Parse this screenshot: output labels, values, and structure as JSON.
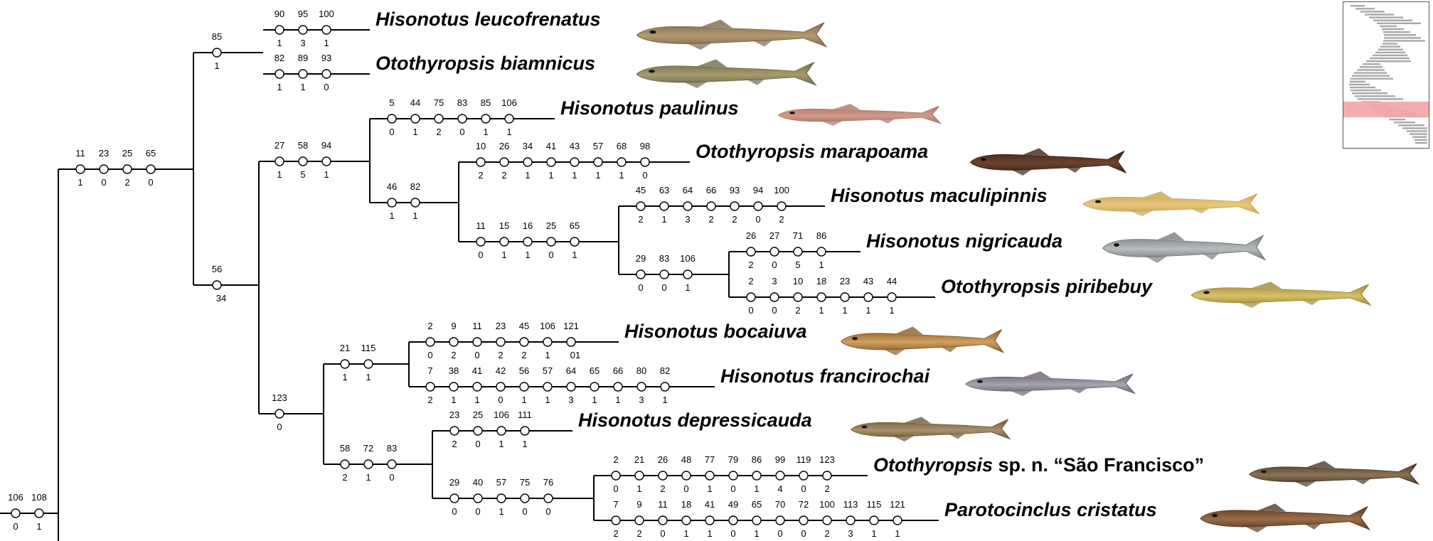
{
  "taxa": [
    {
      "id": "t1",
      "genus": "Hisonotus",
      "mid": "",
      "species": "leucofrenatus"
    },
    {
      "id": "t2",
      "genus": "Otothyropsis",
      "mid": "",
      "species": "biamnicus"
    },
    {
      "id": "t3",
      "genus": "Hisonotus",
      "mid": "",
      "species": "paulinus"
    },
    {
      "id": "t4",
      "genus": "Otothyropsis",
      "mid": "",
      "species": "marapoama"
    },
    {
      "id": "t5",
      "genus": "Hisonotus",
      "mid": "",
      "species": "maculipinnis"
    },
    {
      "id": "t6",
      "genus": "Hisonotus",
      "mid": "",
      "species": "nigricauda"
    },
    {
      "id": "t7",
      "genus": "Otothyropsis",
      "mid": "",
      "species": "piribebuy"
    },
    {
      "id": "t8",
      "genus": "Hisonotus",
      "mid": "",
      "species": "bocaiuva"
    },
    {
      "id": "t9",
      "genus": "Hisonotus",
      "mid": "",
      "species": "francirochai"
    },
    {
      "id": "t10",
      "genus": "Hisonotus",
      "mid": "",
      "species": "depressicauda"
    },
    {
      "id": "t11",
      "genus": "Otothyropsis",
      "mid": " sp. n. ",
      "species": "“São Francisco”"
    },
    {
      "id": "t12",
      "genus": "Parotocinclus",
      "mid": "",
      "species": "cristatus"
    }
  ],
  "branches": [
    {
      "id": "b_root",
      "characters": [
        "106",
        "108"
      ],
      "states": [
        "0",
        "1"
      ]
    },
    {
      "id": "b_ingroup",
      "characters": [
        "11",
        "23",
        "25",
        "65"
      ],
      "states": [
        "1",
        "0",
        "2",
        "0"
      ]
    },
    {
      "id": "b_clade85",
      "characters": [
        "85"
      ],
      "states": [
        "1"
      ]
    },
    {
      "id": "b_leucofrenatus",
      "characters": [
        "90",
        "95",
        "100"
      ],
      "states": [
        "1",
        "3",
        "1"
      ]
    },
    {
      "id": "b_biamnicus",
      "characters": [
        "82",
        "89",
        "93"
      ],
      "states": [
        "1",
        "1",
        "0"
      ]
    },
    {
      "id": "b_clade56",
      "characters": [
        "56"
      ],
      "states": [
        "34"
      ]
    },
    {
      "id": "b_clade27",
      "characters": [
        "27",
        "58",
        "94"
      ],
      "states": [
        "1",
        "5",
        "1"
      ]
    },
    {
      "id": "b_paulinus",
      "characters": [
        "5",
        "44",
        "75",
        "83",
        "85",
        "106"
      ],
      "states": [
        "0",
        "1",
        "2",
        "0",
        "1",
        "1"
      ]
    },
    {
      "id": "b_clade46",
      "characters": [
        "46",
        "82"
      ],
      "states": [
        "1",
        "1"
      ]
    },
    {
      "id": "b_marapoama",
      "characters": [
        "10",
        "26",
        "34",
        "41",
        "43",
        "57",
        "68",
        "98"
      ],
      "states": [
        "2",
        "2",
        "1",
        "1",
        "1",
        "1",
        "1",
        "0"
      ]
    },
    {
      "id": "b_clade11",
      "characters": [
        "11",
        "15",
        "16",
        "25",
        "65"
      ],
      "states": [
        "0",
        "1",
        "1",
        "0",
        "1"
      ]
    },
    {
      "id": "b_maculipinnis",
      "characters": [
        "45",
        "63",
        "64",
        "66",
        "93",
        "94",
        "100"
      ],
      "states": [
        "2",
        "1",
        "3",
        "2",
        "2",
        "0",
        "2"
      ]
    },
    {
      "id": "b_clade29",
      "characters": [
        "29",
        "83",
        "106"
      ],
      "states": [
        "0",
        "0",
        "1"
      ]
    },
    {
      "id": "b_nigricauda",
      "characters": [
        "26",
        "27",
        "71",
        "86"
      ],
      "states": [
        "2",
        "0",
        "5",
        "1"
      ]
    },
    {
      "id": "b_piribebuy",
      "characters": [
        "2",
        "3",
        "10",
        "18",
        "23",
        "43",
        "44"
      ],
      "states": [
        "0",
        "0",
        "2",
        "1",
        "1",
        "1",
        "1"
      ]
    },
    {
      "id": "b_clade123",
      "characters": [
        "123"
      ],
      "states": [
        "0"
      ]
    },
    {
      "id": "b_clade21",
      "characters": [
        "21",
        "115"
      ],
      "states": [
        "1",
        "1"
      ]
    },
    {
      "id": "b_bocaiuva",
      "characters": [
        "2",
        "9",
        "11",
        "23",
        "45",
        "106",
        "121"
      ],
      "states": [
        "0",
        "2",
        "0",
        "2",
        "2",
        "1",
        "01"
      ]
    },
    {
      "id": "b_francirochai",
      "characters": [
        "7",
        "38",
        "41",
        "42",
        "56",
        "57",
        "64",
        "65",
        "66",
        "80",
        "82"
      ],
      "states": [
        "2",
        "1",
        "1",
        "0",
        "1",
        "1",
        "3",
        "1",
        "1",
        "3",
        "1"
      ]
    },
    {
      "id": "b_clade58",
      "characters": [
        "58",
        "72",
        "83"
      ],
      "states": [
        "2",
        "1",
        "0"
      ]
    },
    {
      "id": "b_depressicauda",
      "characters": [
        "23",
        "25",
        "106",
        "111"
      ],
      "states": [
        "2",
        "0",
        "1",
        "1"
      ]
    },
    {
      "id": "b_clade29b",
      "characters": [
        "29",
        "40",
        "57",
        "75",
        "76"
      ],
      "states": [
        "0",
        "0",
        "1",
        "0",
        "0"
      ]
    },
    {
      "id": "b_saofrancisco",
      "characters": [
        "2",
        "21",
        "26",
        "48",
        "77",
        "79",
        "86",
        "99",
        "119",
        "123"
      ],
      "states": [
        "0",
        "1",
        "2",
        "0",
        "1",
        "0",
        "1",
        "4",
        "0",
        "2"
      ]
    },
    {
      "id": "b_cristatus",
      "characters": [
        "7",
        "9",
        "11",
        "18",
        "41",
        "49",
        "65",
        "70",
        "72",
        "100",
        "113",
        "115",
        "121"
      ],
      "states": [
        "2",
        "2",
        "0",
        "1",
        "1",
        "0",
        "1",
        "0",
        "0",
        "2",
        "3",
        "1",
        "1"
      ]
    }
  ],
  "colors": {
    "line": "#000000",
    "node_fill": "#ffffff",
    "minimap_highlight": "#f4a3a8"
  }
}
